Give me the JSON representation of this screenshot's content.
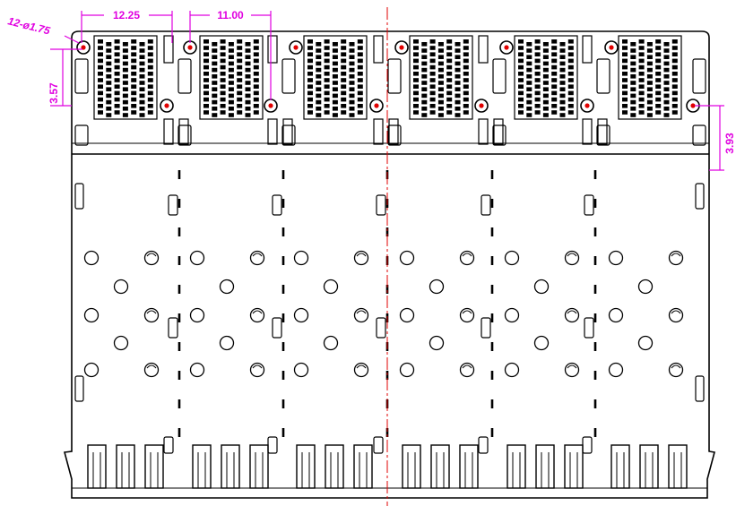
{
  "drawing": {
    "dimensions": {
      "pitch_outer": "12.25",
      "pitch_inner": "11.00",
      "hole_callout": "12-ø1.75",
      "left_vertical": "3.57",
      "right_vertical": "3.93"
    },
    "port_count": 6,
    "mounting_hole_count": 12,
    "colors": {
      "outline": "#000000",
      "dimension": "#e000e0",
      "centerline": "#e00000",
      "hole_marker": "#e00000"
    }
  }
}
